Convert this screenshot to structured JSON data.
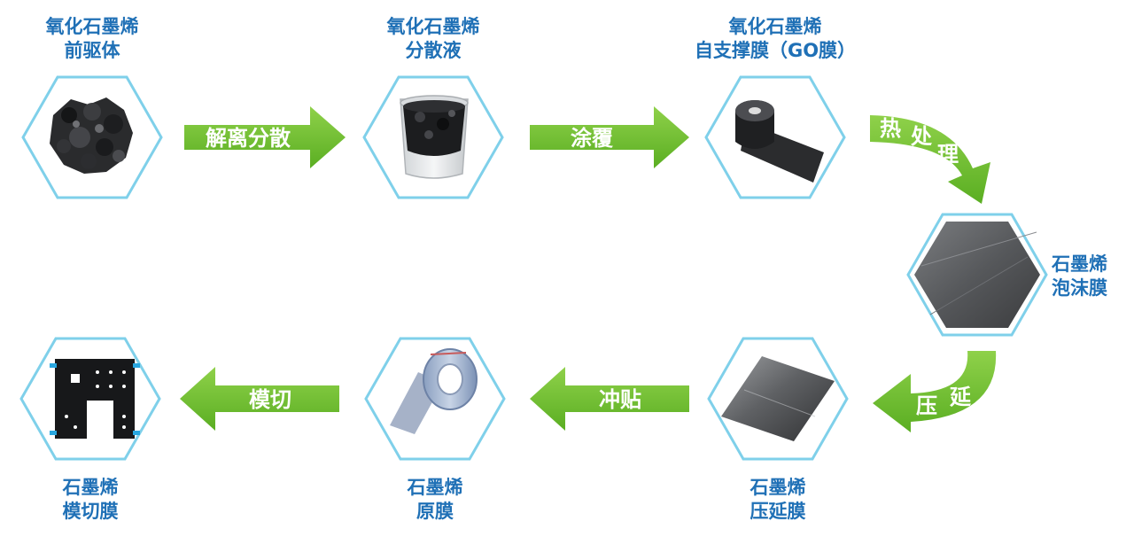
{
  "steps": {
    "go_precursor": {
      "line1": "氧化石墨烯",
      "line2": "前驱体"
    },
    "go_dispersion": {
      "line1": "氧化石墨烯",
      "line2": "分散液"
    },
    "go_film": {
      "line1": "氧化石墨烯",
      "line2": "自支撑膜（GO膜）"
    },
    "graphene_foam_film": {
      "line1": "石墨烯",
      "line2": "泡沫膜"
    },
    "graphene_calendered_film": {
      "line1": "石墨烯",
      "line2": "压延膜"
    },
    "graphene_raw_film": {
      "line1": "石墨烯",
      "line2": "原膜"
    },
    "graphene_diecut_film": {
      "line1": "石墨烯",
      "line2": "模切膜"
    }
  },
  "processes": {
    "exfoliation": "解离分散",
    "coating": "涂覆",
    "heat_treatment": [
      "热",
      "处",
      "理"
    ],
    "calendering": [
      "压",
      "延"
    ],
    "punching": "冲贴",
    "die_cutting": "模切"
  },
  "colors": {
    "label_blue": "#1f70b6",
    "arrow_green": "#6cbf2c",
    "hex_border": "#7fd0ea"
  }
}
